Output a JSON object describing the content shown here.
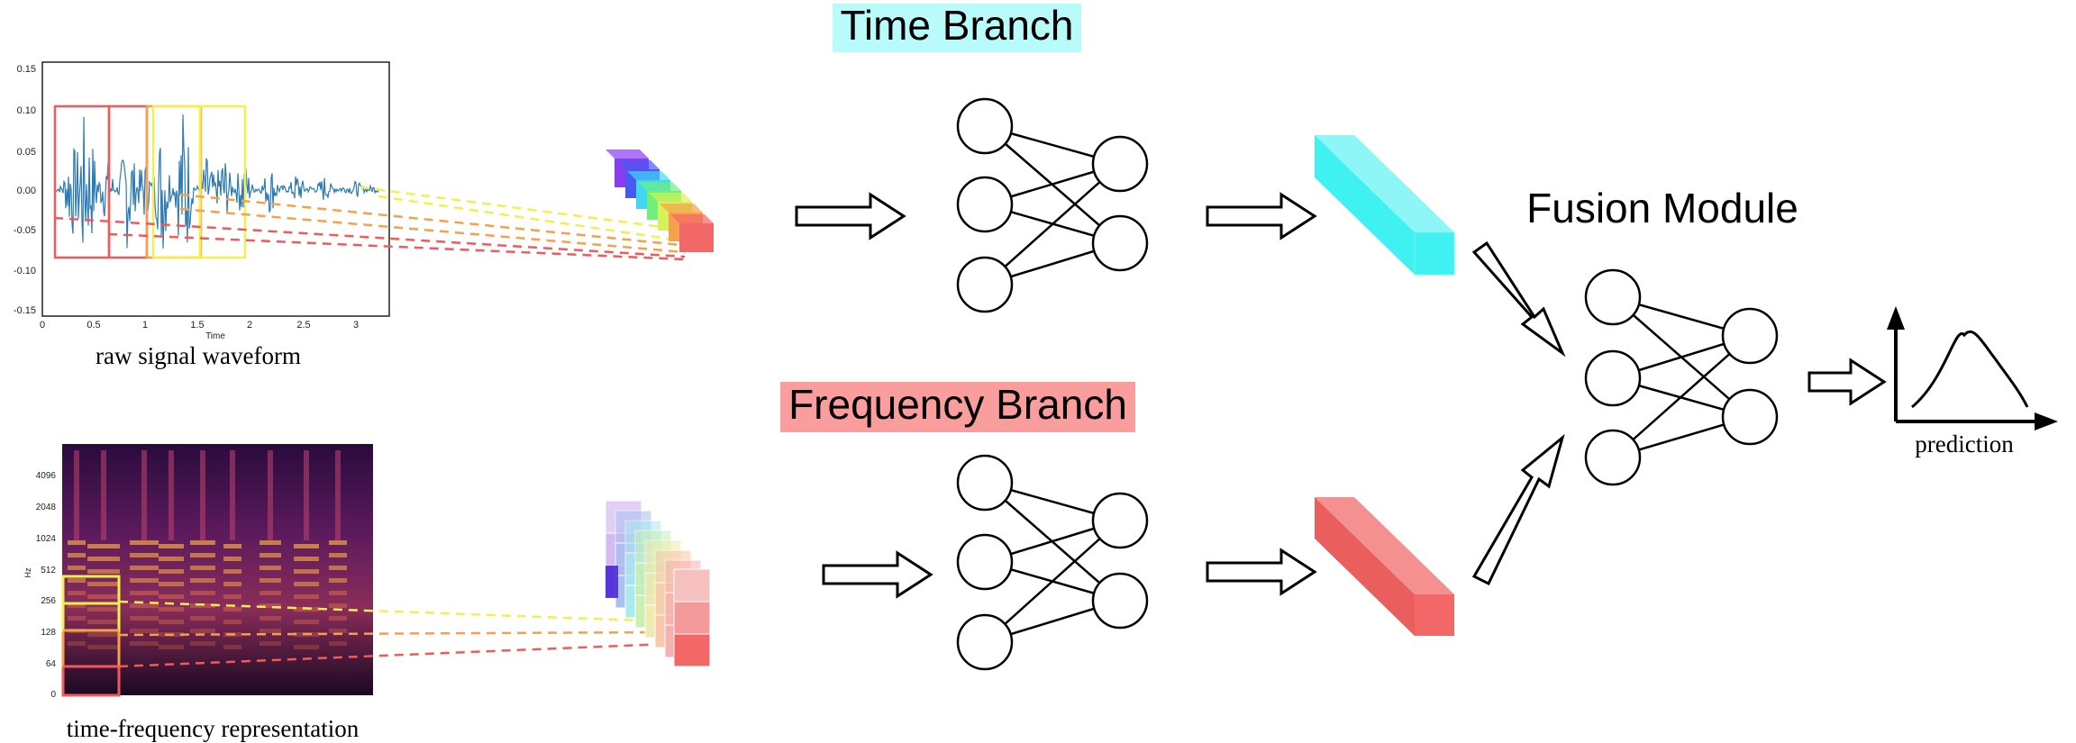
{
  "time_branch": {
    "title": "Time Branch",
    "highlight_color": "#b8fbfb"
  },
  "frequency_branch": {
    "title": "Frequency Branch",
    "highlight_color": "#f99d9d"
  },
  "fusion": {
    "title": "Fusion Module"
  },
  "waveform_plot": {
    "caption": "raw signal waveform",
    "xlabel": "Time",
    "x_ticks": [
      "0",
      "0.5",
      "1",
      "1.5",
      "2",
      "2.5",
      "3"
    ],
    "y_ticks": [
      "0.15",
      "0.10",
      "0.05",
      "0.00",
      "-0.05",
      "-0.10",
      "-0.15"
    ],
    "line_color": "#2c7bb6"
  },
  "spectrogram_plot": {
    "caption": "time-frequency representation",
    "ylabel": "Hz",
    "y_ticks": [
      "4096",
      "2048",
      "1024",
      "512",
      "256",
      "128",
      "64",
      "0"
    ]
  },
  "output": {
    "caption": "prediction"
  },
  "colors": {
    "cyan_feature": "#3ff1f1",
    "red_feature": "#f26767",
    "window_red": "#f05a5a",
    "window_orange": "#f5a04a",
    "window_yellow": "#f3ef4d"
  }
}
